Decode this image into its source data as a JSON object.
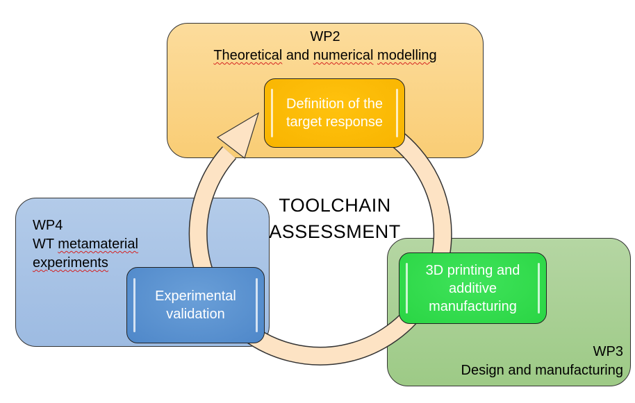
{
  "work_packages": {
    "wp2": {
      "id": "WP2",
      "title": "Theoretical and numerical modelling",
      "color": "#f9cd75"
    },
    "wp3": {
      "id": "WP3",
      "title": "Design and manufacturing",
      "color": "#9dca86"
    },
    "wp4": {
      "id": "WP4",
      "title_line1": "WT metamaterial",
      "title_line2": "experiments",
      "color": "#9dbbe2"
    }
  },
  "steps": {
    "definition": {
      "line1": "Definition of the",
      "line2": "target response",
      "color": "#f8b400"
    },
    "printing": {
      "line1": "3D printing and",
      "line2": "additive",
      "line3": "manufacturing",
      "color": "#2ad544"
    },
    "validation": {
      "line1": "Experimental",
      "line2": "validation",
      "color": "#4e87c9"
    }
  },
  "center": {
    "line1": "TOOLCHAIN",
    "line2": "ASSESSMENT"
  },
  "cycle": {
    "direction": "clockwise",
    "arrow_color": "#fde3c4"
  }
}
